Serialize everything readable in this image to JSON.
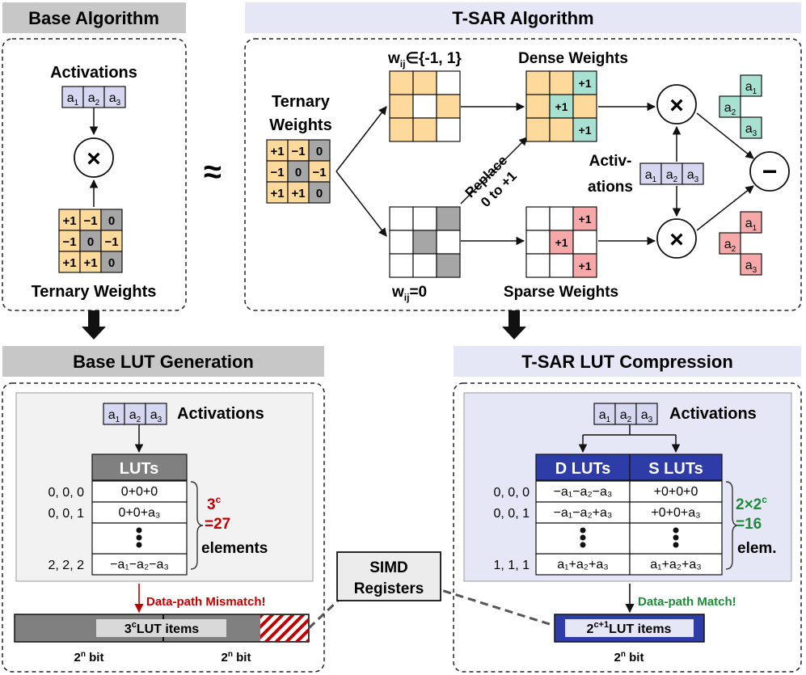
{
  "panels": {
    "base_algorithm": "Base Algorithm",
    "tsar_algorithm": "T-SAR Algorithm",
    "base_lut": "Base LUT Generation",
    "tsar_lut": "T-SAR LUT Compression"
  },
  "approx_symbol": "≈",
  "activations_label": "Activations",
  "activations_split": [
    "Activ-",
    "ations"
  ],
  "act_cells": [
    "a",
    "a",
    "a"
  ],
  "act_subs": [
    "1",
    "2",
    "3"
  ],
  "ternary_weights_label": "Ternary Weights",
  "ternary_split": [
    "Ternary",
    "Weights"
  ],
  "ternary_matrix": [
    [
      "+1",
      "−1",
      "0"
    ],
    [
      "−1",
      "0",
      "−1"
    ],
    [
      "+1",
      "+1",
      "0"
    ]
  ],
  "multiply_symbol": "×",
  "minus_symbol": "−",
  "wij_nonzero": "w",
  "wij_sub": "ij",
  "wij_nonzero_rest": "∈{-1, 1}",
  "wij_zero_rest": "=0",
  "dense_weights": "Dense Weights",
  "sparse_weights": "Sparse Weights",
  "replace_label": [
    "Replace",
    "0 to +1"
  ],
  "plus_one": "+1",
  "luts_header": "LUTs",
  "base_lut_rows": [
    {
      "index": "0, 0, 0",
      "value": "0+0+0"
    },
    {
      "index": "0, 0, 1",
      "value": "0+0+a₃"
    },
    {
      "index": "2, 2, 2",
      "value": "−a₁−a₂−a₃"
    }
  ],
  "base_count": [
    "3",
    "c",
    "=27",
    "elements"
  ],
  "d_luts": "D LUTs",
  "s_luts": "S LUTs",
  "tsar_lut_rows": [
    {
      "index": "0, 0, 0",
      "d": "−a₁−a₂−a₃",
      "s": "+0+0+0"
    },
    {
      "index": "0, 0, 1",
      "d": "−a₁−a₂+a₃",
      "s": "+0+0+a₃"
    },
    {
      "index": "1, 1, 1",
      "d": "a₁+a₂+a₃",
      "s": "a₁+a₂+a₃"
    }
  ],
  "tsar_count": [
    "2×2",
    "c",
    "=16",
    "elem."
  ],
  "mismatch": "Data-path Mismatch!",
  "match": "Data-path Match!",
  "simd": [
    "SIMD",
    "Registers"
  ],
  "base_reg_label": [
    "3",
    "c",
    "LUT items"
  ],
  "tsar_reg_label": [
    "2",
    "c+1",
    "LUT items"
  ],
  "bit_label": [
    "2",
    "n",
    " bit"
  ],
  "colors": {
    "weight_orange": "#fdd99b",
    "gray_cell": "#a6a6a6",
    "activation_purple": "#d6d7f0",
    "teal": "#a8e0d2",
    "pink": "#f6a9a8",
    "lut_navy": "#2e3ca8",
    "header_gray": "#c7c7c7",
    "header_lavender": "#e6e7f6",
    "mismatch_red": "#c00000",
    "match_green": "#1e8a3a"
  }
}
